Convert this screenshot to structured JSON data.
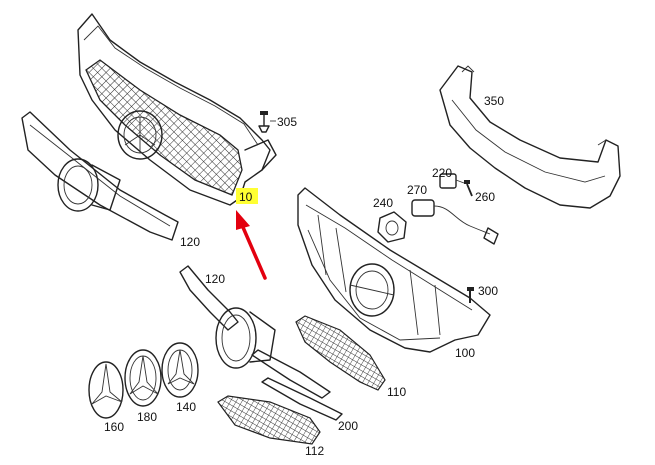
{
  "callouts": {
    "p10": "10",
    "p100": "100",
    "p110": "110",
    "p112": "112",
    "p120a": "120",
    "p120b": "120",
    "p140": "140",
    "p160": "160",
    "p180": "180",
    "p200": "200",
    "p220": "220",
    "p240": "240",
    "p260": "260",
    "p270": "270",
    "p300": "300",
    "p305": "305",
    "p350": "350"
  },
  "colors": {
    "highlight": "#ffff33",
    "arrow": "#e3000f",
    "line": "#222222"
  },
  "highlighted_part": "10"
}
